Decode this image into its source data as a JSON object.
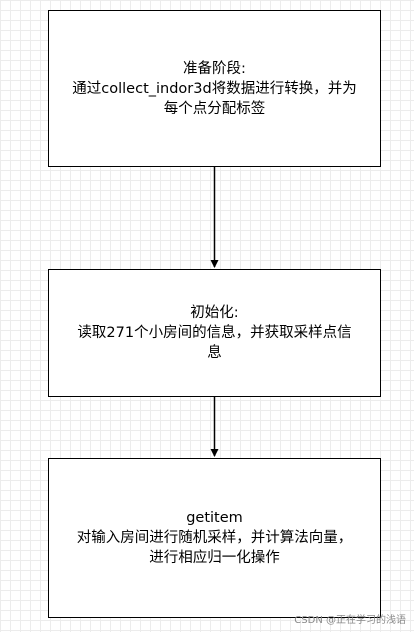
{
  "nodes": [
    {
      "title": "准备阶段:",
      "lines": [
        "通过collect_indor3d将数据进行转换，并为",
        "每个点分配标签"
      ]
    },
    {
      "title": "初始化:",
      "lines": [
        "读取271个小房间的信息，并获取采样点信",
        "息"
      ]
    },
    {
      "title": "getitem",
      "lines": [
        "对输入房间进行随机采样，并计算法向量，",
        "进行相应归一化操作"
      ]
    }
  ],
  "edges": [
    {
      "from": 0,
      "to": 1
    },
    {
      "from": 1,
      "to": 2
    }
  ],
  "watermark": "CSDN @正在学习的浅语"
}
